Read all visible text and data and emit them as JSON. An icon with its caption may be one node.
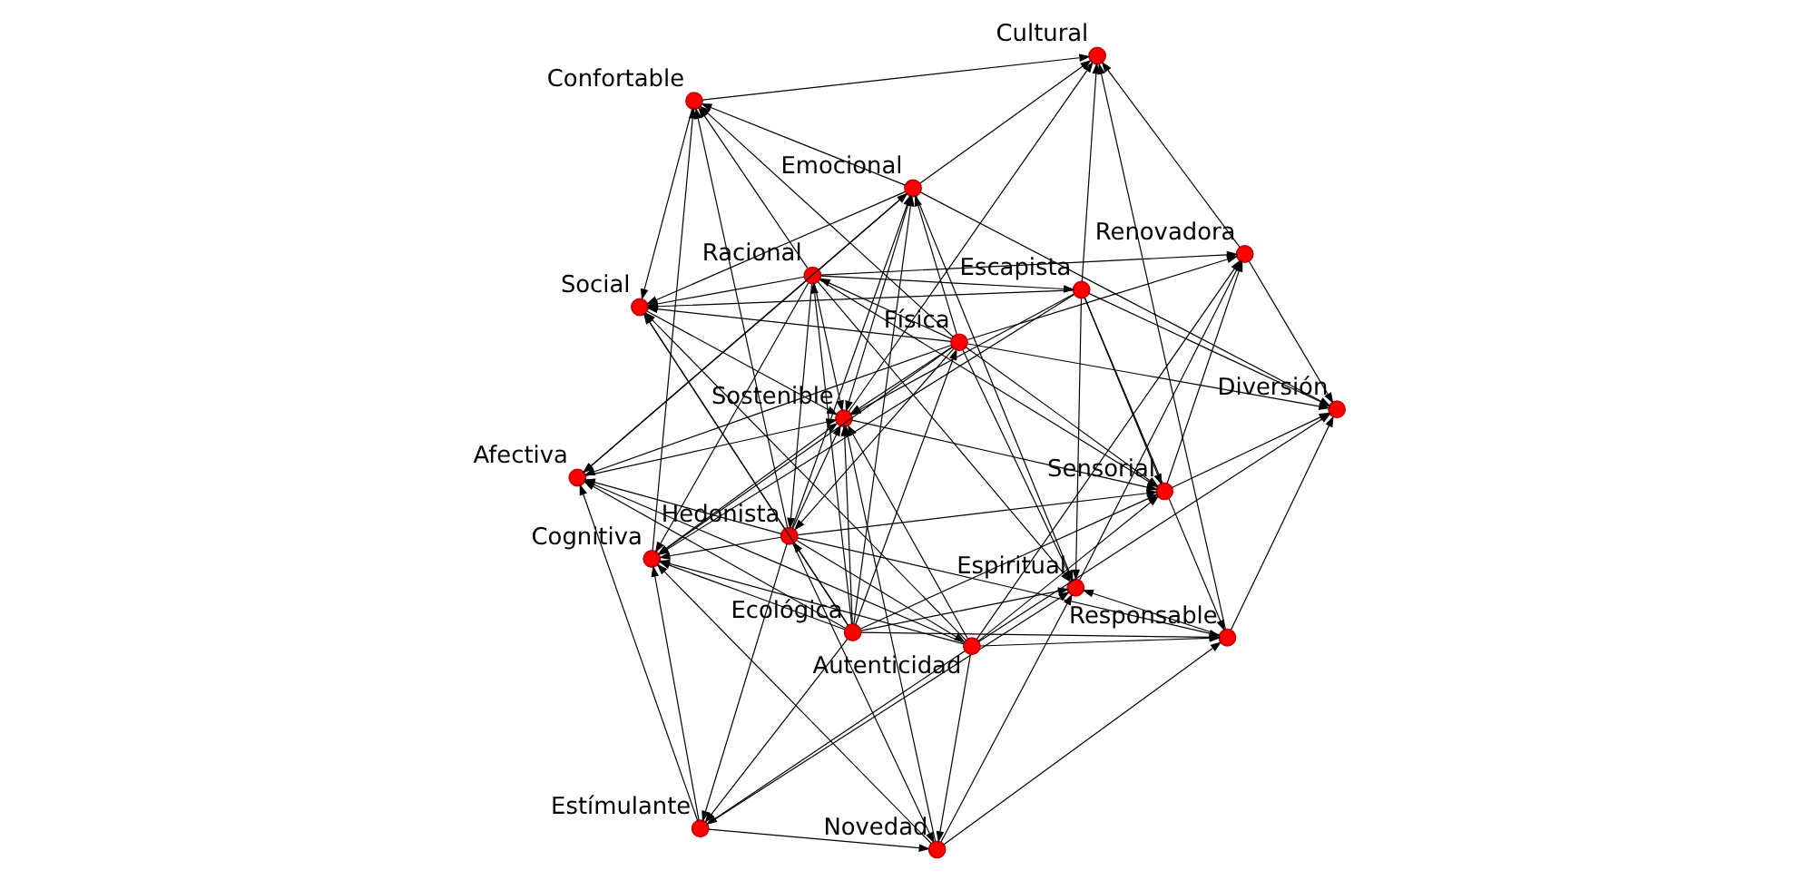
{
  "diagram": {
    "nodes": [
      {
        "text": [],
        "shape": "circle",
        "beside": [
          "Estímulante"
        ]
      },
      {
        "text": [],
        "shape": "circle",
        "beside": [
          "Novedad"
        ]
      },
      {
        "text": [],
        "shape": "circle",
        "beside": [
          "Escapista"
        ]
      },
      {
        "text": [],
        "shape": "circle",
        "beside": [
          "Autenticidad"
        ]
      },
      {
        "text": [],
        "shape": "circle",
        "beside": [
          "Hedonista"
        ]
      },
      {
        "text": [],
        "shape": "circle",
        "beside": [
          "Responsable"
        ]
      },
      {
        "text": [],
        "shape": "circle",
        "beside": [
          "Cognitiva"
        ]
      },
      {
        "text": [],
        "shape": "circle",
        "beside": [
          "Ecológica"
        ]
      },
      {
        "text": [],
        "shape": "circle",
        "beside": [
          "Afectiva"
        ]
      },
      {
        "text": [],
        "shape": "circle",
        "beside": [
          "Espiritual"
        ]
      },
      {
        "text": [],
        "shape": "circle",
        "beside": [
          "Sostenible"
        ]
      },
      {
        "text": [],
        "shape": "circle",
        "beside": [
          "Social"
        ]
      },
      {
        "text": [],
        "shape": "circle",
        "beside": [
          "Sensorial"
        ]
      },
      {
        "text": [],
        "shape": "circle",
        "beside": [
          "Física"
        ]
      },
      {
        "text": [],
        "shape": "circle",
        "beside": [
          "Renovadora"
        ]
      },
      {
        "text": [],
        "shape": "circle",
        "beside": [
          "Diversión"
        ]
      },
      {
        "text": [],
        "shape": "circle",
        "beside": [
          "Racional"
        ]
      },
      {
        "text": [],
        "shape": "circle",
        "beside": [
          "Emocional"
        ]
      },
      {
        "text": [],
        "shape": "circle",
        "beside": [
          "Cultural"
        ]
      },
      {
        "text": [],
        "shape": "circle",
        "beside": [
          "Confortable"
        ]
      }
    ],
    "edges": [
      {
        "from": 7,
        "to": 4,
        "arrow": "to"
      },
      {
        "from": 7,
        "to": 13,
        "arrow": "to"
      },
      {
        "from": 7,
        "to": 16,
        "arrow": "to"
      },
      {
        "from": 7,
        "to": 0,
        "arrow": "to"
      },
      {
        "from": 7,
        "to": 6,
        "arrow": "to"
      },
      {
        "from": 7,
        "to": 8,
        "arrow": "to"
      },
      {
        "from": 7,
        "to": 9,
        "arrow": "to"
      },
      {
        "from": 7,
        "to": 10,
        "arrow": "to"
      },
      {
        "from": 7,
        "to": 11,
        "arrow": "to"
      },
      {
        "from": 7,
        "to": 12,
        "arrow": "to"
      },
      {
        "from": 7,
        "to": 5,
        "arrow": "to"
      },
      {
        "from": 7,
        "to": 17,
        "arrow": "to"
      },
      {
        "from": 4,
        "to": 0,
        "arrow": "to"
      },
      {
        "from": 4,
        "to": 1,
        "arrow": "to"
      },
      {
        "from": 4,
        "to": 3,
        "arrow": "to"
      },
      {
        "from": 4,
        "to": 6,
        "arrow": "to"
      },
      {
        "from": 4,
        "to": 8,
        "arrow": "to"
      },
      {
        "from": 4,
        "to": 10,
        "arrow": "to"
      },
      {
        "from": 4,
        "to": 11,
        "arrow": "to"
      },
      {
        "from": 4,
        "to": 12,
        "arrow": "to"
      },
      {
        "from": 4,
        "to": 17,
        "arrow": "to"
      },
      {
        "from": 4,
        "to": 19,
        "arrow": "to"
      },
      {
        "from": 4,
        "to": 5,
        "arrow": "to"
      },
      {
        "from": 13,
        "to": 4,
        "arrow": "to"
      },
      {
        "from": 13,
        "to": 16,
        "arrow": "to"
      },
      {
        "from": 13,
        "to": 17,
        "arrow": "to"
      },
      {
        "from": 13,
        "to": 6,
        "arrow": "to"
      },
      {
        "from": 13,
        "to": 8,
        "arrow": "to"
      },
      {
        "from": 13,
        "to": 9,
        "arrow": "to"
      },
      {
        "from": 13,
        "to": 10,
        "arrow": "to"
      },
      {
        "from": 13,
        "to": 11,
        "arrow": "to"
      },
      {
        "from": 13,
        "to": 12,
        "arrow": "to"
      },
      {
        "from": 13,
        "to": 14,
        "arrow": "to"
      },
      {
        "from": 13,
        "to": 19,
        "arrow": "to"
      },
      {
        "from": 13,
        "to": 15,
        "arrow": "to"
      },
      {
        "from": 16,
        "to": 4,
        "arrow": "to"
      },
      {
        "from": 16,
        "to": 17,
        "arrow": "to"
      },
      {
        "from": 16,
        "to": 6,
        "arrow": "to"
      },
      {
        "from": 16,
        "to": 8,
        "arrow": "to"
      },
      {
        "from": 16,
        "to": 9,
        "arrow": "to"
      },
      {
        "from": 16,
        "to": 10,
        "arrow": "to"
      },
      {
        "from": 16,
        "to": 11,
        "arrow": "to"
      },
      {
        "from": 16,
        "to": 12,
        "arrow": "to"
      },
      {
        "from": 16,
        "to": 14,
        "arrow": "to"
      },
      {
        "from": 16,
        "to": 19,
        "arrow": "to"
      },
      {
        "from": 16,
        "to": 2,
        "arrow": "to"
      },
      {
        "from": 3,
        "to": 0,
        "arrow": "to"
      },
      {
        "from": 3,
        "to": 1,
        "arrow": "to"
      },
      {
        "from": 3,
        "to": 6,
        "arrow": "to"
      },
      {
        "from": 3,
        "to": 8,
        "arrow": "to"
      },
      {
        "from": 3,
        "to": 10,
        "arrow": "to"
      },
      {
        "from": 3,
        "to": 11,
        "arrow": "to"
      },
      {
        "from": 3,
        "to": 12,
        "arrow": "to"
      },
      {
        "from": 3,
        "to": 14,
        "arrow": "to"
      },
      {
        "from": 3,
        "to": 15,
        "arrow": "to"
      },
      {
        "from": 3,
        "to": 5,
        "arrow": "to"
      },
      {
        "from": 2,
        "to": 6,
        "arrow": "to"
      },
      {
        "from": 2,
        "to": 9,
        "arrow": "to"
      },
      {
        "from": 2,
        "to": 10,
        "arrow": "to"
      },
      {
        "from": 2,
        "to": 11,
        "arrow": "to"
      },
      {
        "from": 2,
        "to": 12,
        "arrow": "to"
      },
      {
        "from": 2,
        "to": 5,
        "arrow": "to"
      },
      {
        "from": 2,
        "to": 15,
        "arrow": "to"
      },
      {
        "from": 2,
        "to": 18,
        "arrow": "to"
      },
      {
        "from": 17,
        "to": 8,
        "arrow": "to"
      },
      {
        "from": 17,
        "to": 10,
        "arrow": "to"
      },
      {
        "from": 17,
        "to": 11,
        "arrow": "to"
      },
      {
        "from": 17,
        "to": 9,
        "arrow": "to"
      },
      {
        "from": 17,
        "to": 19,
        "arrow": "to"
      },
      {
        "from": 17,
        "to": 15,
        "arrow": "to"
      },
      {
        "from": 17,
        "to": 18,
        "arrow": "to"
      },
      {
        "from": 0,
        "to": 6,
        "arrow": "to"
      },
      {
        "from": 0,
        "to": 8,
        "arrow": "to"
      },
      {
        "from": 0,
        "to": 1,
        "arrow": "to"
      },
      {
        "from": 0,
        "to": 9,
        "arrow": "to"
      },
      {
        "from": 1,
        "to": 6,
        "arrow": "to"
      },
      {
        "from": 1,
        "to": 10,
        "arrow": "to"
      },
      {
        "from": 1,
        "to": 9,
        "arrow": "to"
      },
      {
        "from": 1,
        "to": 5,
        "arrow": "to"
      },
      {
        "from": 5,
        "to": 9,
        "arrow": "to"
      },
      {
        "from": 5,
        "to": 15,
        "arrow": "to"
      },
      {
        "from": 5,
        "to": 18,
        "arrow": "to"
      },
      {
        "from": 6,
        "to": 10,
        "arrow": "to"
      },
      {
        "from": 8,
        "to": 10,
        "arrow": "to"
      },
      {
        "from": 10,
        "to": 12,
        "arrow": "to"
      },
      {
        "from": 11,
        "to": 10,
        "arrow": "to"
      },
      {
        "from": 12,
        "to": 14,
        "arrow": "to"
      },
      {
        "from": 12,
        "to": 15,
        "arrow": "to"
      },
      {
        "from": 14,
        "to": 15,
        "arrow": "to"
      },
      {
        "from": 14,
        "to": 18,
        "arrow": "to"
      },
      {
        "from": 19,
        "to": 11,
        "arrow": "to"
      },
      {
        "from": 19,
        "to": 18,
        "arrow": "to"
      },
      {
        "from": 9,
        "to": 14,
        "arrow": "to"
      },
      {
        "from": 6,
        "to": 19,
        "arrow": "to"
      },
      {
        "from": 10,
        "to": 18,
        "arrow": "to"
      }
    ]
  }
}
